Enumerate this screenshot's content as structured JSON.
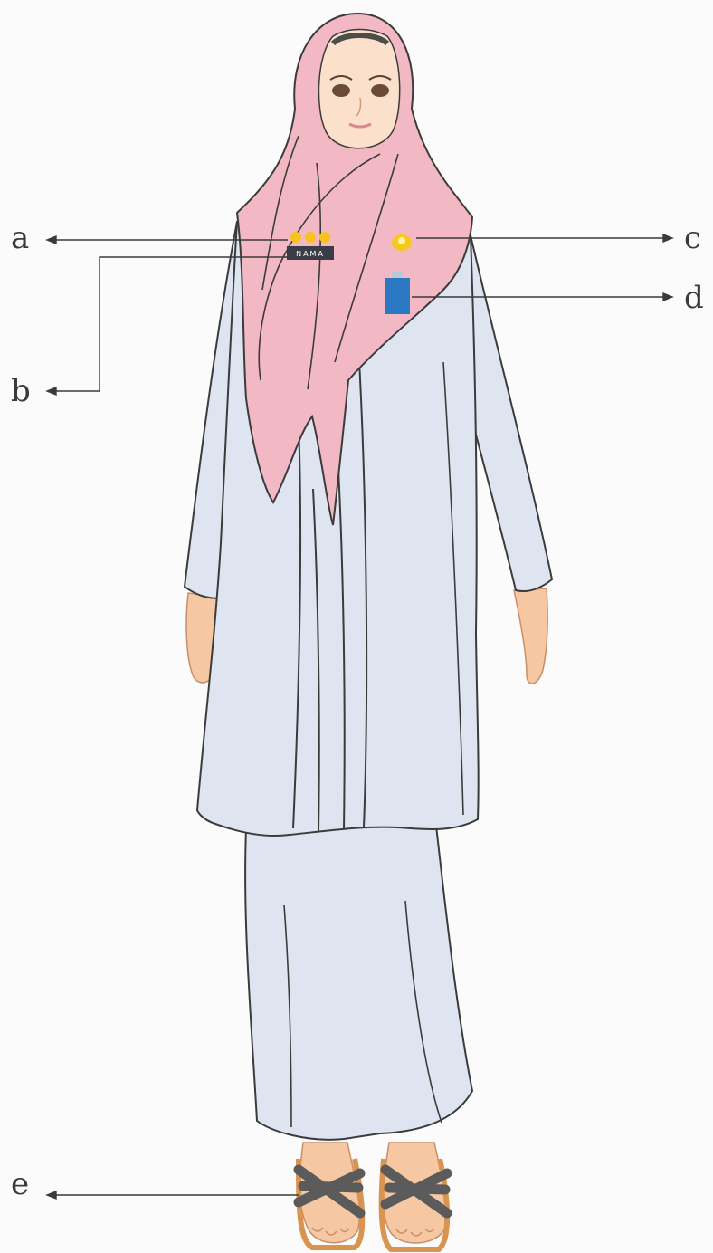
{
  "labels": {
    "a": "a",
    "b": "b",
    "c": "c",
    "d": "d",
    "e": "e"
  },
  "name_tag_text": "NAMA",
  "colors": {
    "background": "#fbfbfb",
    "hijab": "#f2b8c4",
    "garment": "#dfe5f0",
    "outline": "#3b3b3b",
    "skin": "#f5c8a3",
    "stars": "#f6c21b",
    "name_tag": "#3a3d45",
    "collar_badge": "#f7c81c",
    "pocket_badge": "#2b78c2",
    "sandal_straps": "#5b5b5b",
    "sandal_sole": "#d9944f"
  },
  "icons": [
    "star-icon",
    "emblem-icon",
    "name-tag-icon",
    "pocket-badge-icon",
    "sandal-icon"
  ]
}
